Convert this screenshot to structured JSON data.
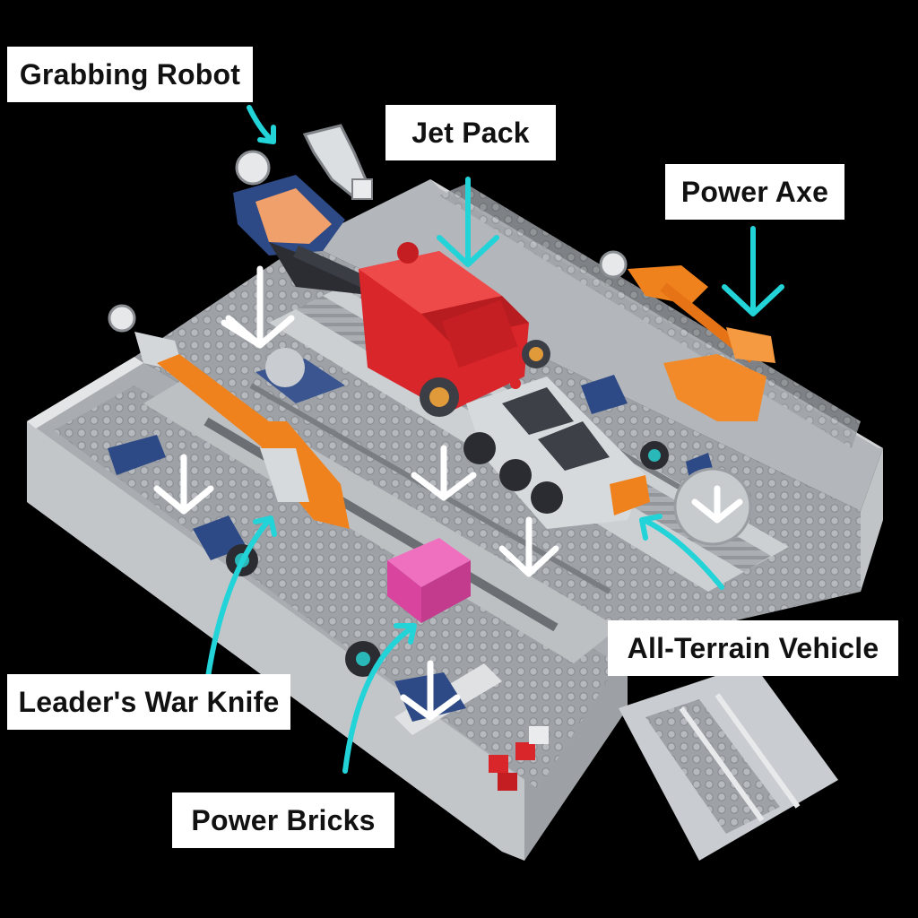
{
  "labels": {
    "grabbing_robot": "Grabbing Robot",
    "jet_pack": "Jet Pack",
    "power_axe": "Power Axe",
    "all_terrain_vehicle": "All-Terrain Vehicle",
    "leaders_war_knife": "Leader's War Knife",
    "power_bricks": "Power Bricks"
  },
  "colors": {
    "background": "#000000",
    "arrow_cyan": "#22d3d8",
    "arrow_white": "#ffffff",
    "base_gray": "#b9bcc0",
    "jet_pack_red": "#d8262a",
    "axe_orange": "#f0821e",
    "robot_blue": "#2e4a86",
    "power_brick_pink": "#e0489e"
  }
}
